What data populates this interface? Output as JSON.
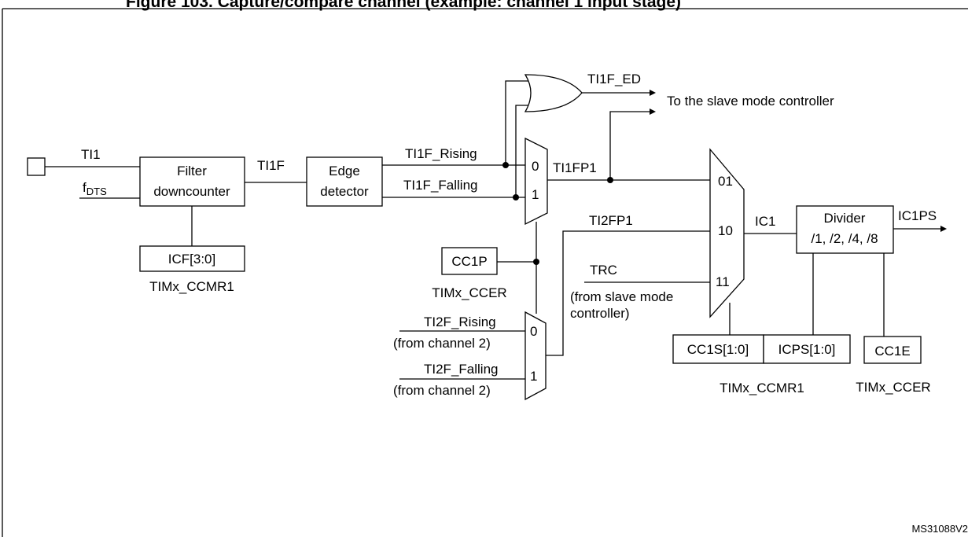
{
  "title": "Figure 103. Capture/compare channel (example: channel 1 input stage)",
  "diagram_id": "MS31088V2",
  "signals": {
    "ti1": "TI1",
    "fdts_main": "f",
    "fdts_sub": "DTS",
    "ti1f": "TI1F",
    "ti1f_ed": "TI1F_ED",
    "slave_ctrl": "To the slave mode controller",
    "ti1f_rising": "TI1F_Rising",
    "ti1f_falling": "TI1F_Falling",
    "ti1fp1": "TI1FP1",
    "ti2fp1": "TI2FP1",
    "trc": "TRC",
    "trc_note_1": "(from slave mode",
    "trc_note_2": "controller)",
    "ti2f_rising": "TI2F_Rising",
    "ti2f_falling": "TI2F_Falling",
    "from_ch2": "(from channel 2)",
    "ic1": "IC1",
    "ic1ps": "IC1PS"
  },
  "blocks": {
    "filter_1": "Filter",
    "filter_2": "downcounter",
    "edge_1": "Edge",
    "edge_2": "detector",
    "icf": "ICF[3:0]",
    "timx_ccmr1_a": "TIMx_CCMR1",
    "cc1p": "CC1P",
    "timx_ccer_a": "TIMx_CCER",
    "divider_1": "Divider",
    "divider_2": "/1, /2, /4, /8",
    "cc1s": "CC1S[1:0]",
    "icps": "ICPS[1:0]",
    "timx_ccmr1_b": "TIMx_CCMR1",
    "cc1e": "CC1E",
    "timx_ccer_b": "TIMx_CCER"
  },
  "mux_labels": {
    "m1_in0": "0",
    "m1_in1": "1",
    "m2_in0": "0",
    "m2_in1": "1",
    "m3_in01": "01",
    "m3_in10": "10",
    "m3_in11": "11"
  }
}
